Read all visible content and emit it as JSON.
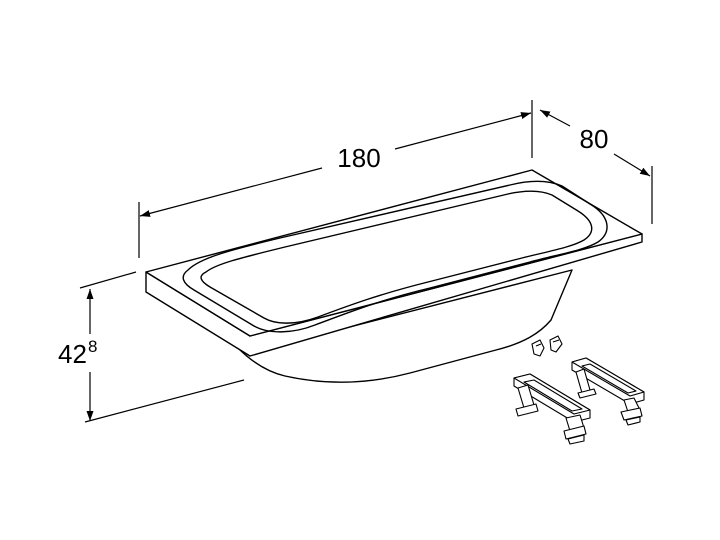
{
  "dimensions": {
    "length": "180",
    "width": "80",
    "height_main": "42",
    "height_sup": "8"
  },
  "colors": {
    "line": "#000000",
    "fill": "#ffffff"
  }
}
